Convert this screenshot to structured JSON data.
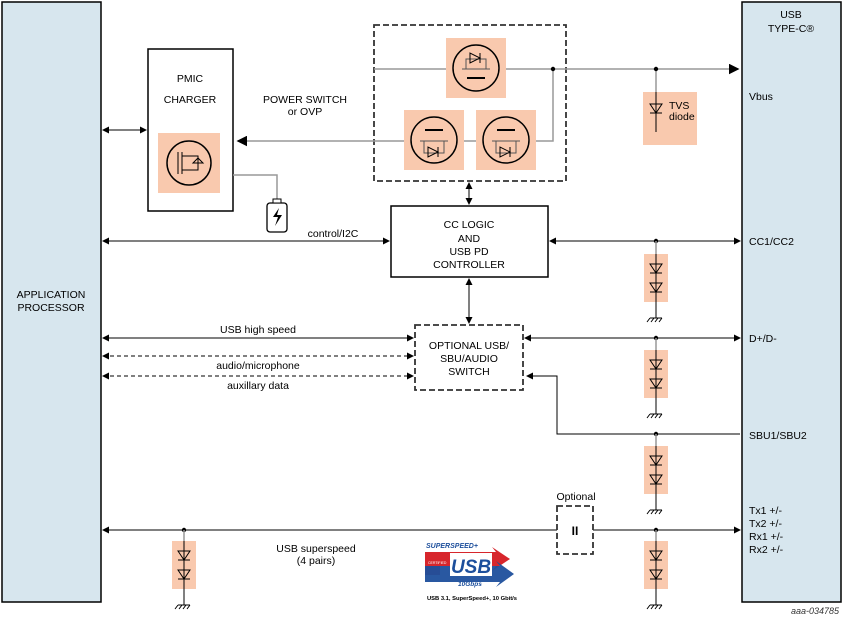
{
  "colors": {
    "side_panel": "#d7e6ee",
    "component_highlight": "#f9c9ae",
    "line": "#000000"
  },
  "application_processor": {
    "line1": "APPLICATION",
    "line2": "PROCESSOR"
  },
  "connector": {
    "line1": "USB",
    "line2": "TYPE-C®",
    "pins": {
      "vbus": "Vbus",
      "cc": "CC1/CC2",
      "dp_dm": "D+/D-",
      "sbu": "SBU1/SBU2",
      "ss": [
        "Tx1 +/-",
        "Tx2 +/-",
        "Rx1 +/-",
        "Rx2 +/-"
      ]
    }
  },
  "pmic": {
    "line1": "PMIC",
    "line2": "CHARGER"
  },
  "power_switch": {
    "line1": "POWER SWITCH",
    "line2": "or OVP"
  },
  "tvs": {
    "line1": "TVS",
    "line2": "diode"
  },
  "cc_logic": {
    "lines": [
      "CC LOGIC",
      "AND",
      "USB PD",
      "CONTROLLER"
    ]
  },
  "optional_switch": {
    "lines": [
      "OPTIONAL USB/",
      "SBU/AUDIO",
      "SWITCH"
    ]
  },
  "signals": {
    "control": "control/I2C",
    "usb_hs": "USB high speed",
    "audio": "audio/microphone",
    "aux": "auxillary data",
    "ss_line1": "USB superspeed",
    "ss_line2": "(4 pairs)"
  },
  "optional_cap": {
    "label": "Optional",
    "symbol": "II"
  },
  "usb_logo": {
    "top": "SUPERSPEED+",
    "certified": "CERTIFIED",
    "main": "USB",
    "speed": "10Gbps",
    "caption": "USB 3.1, SuperSpeed+, 10 Gbit/s"
  },
  "figure_id": "aaa-034785"
}
